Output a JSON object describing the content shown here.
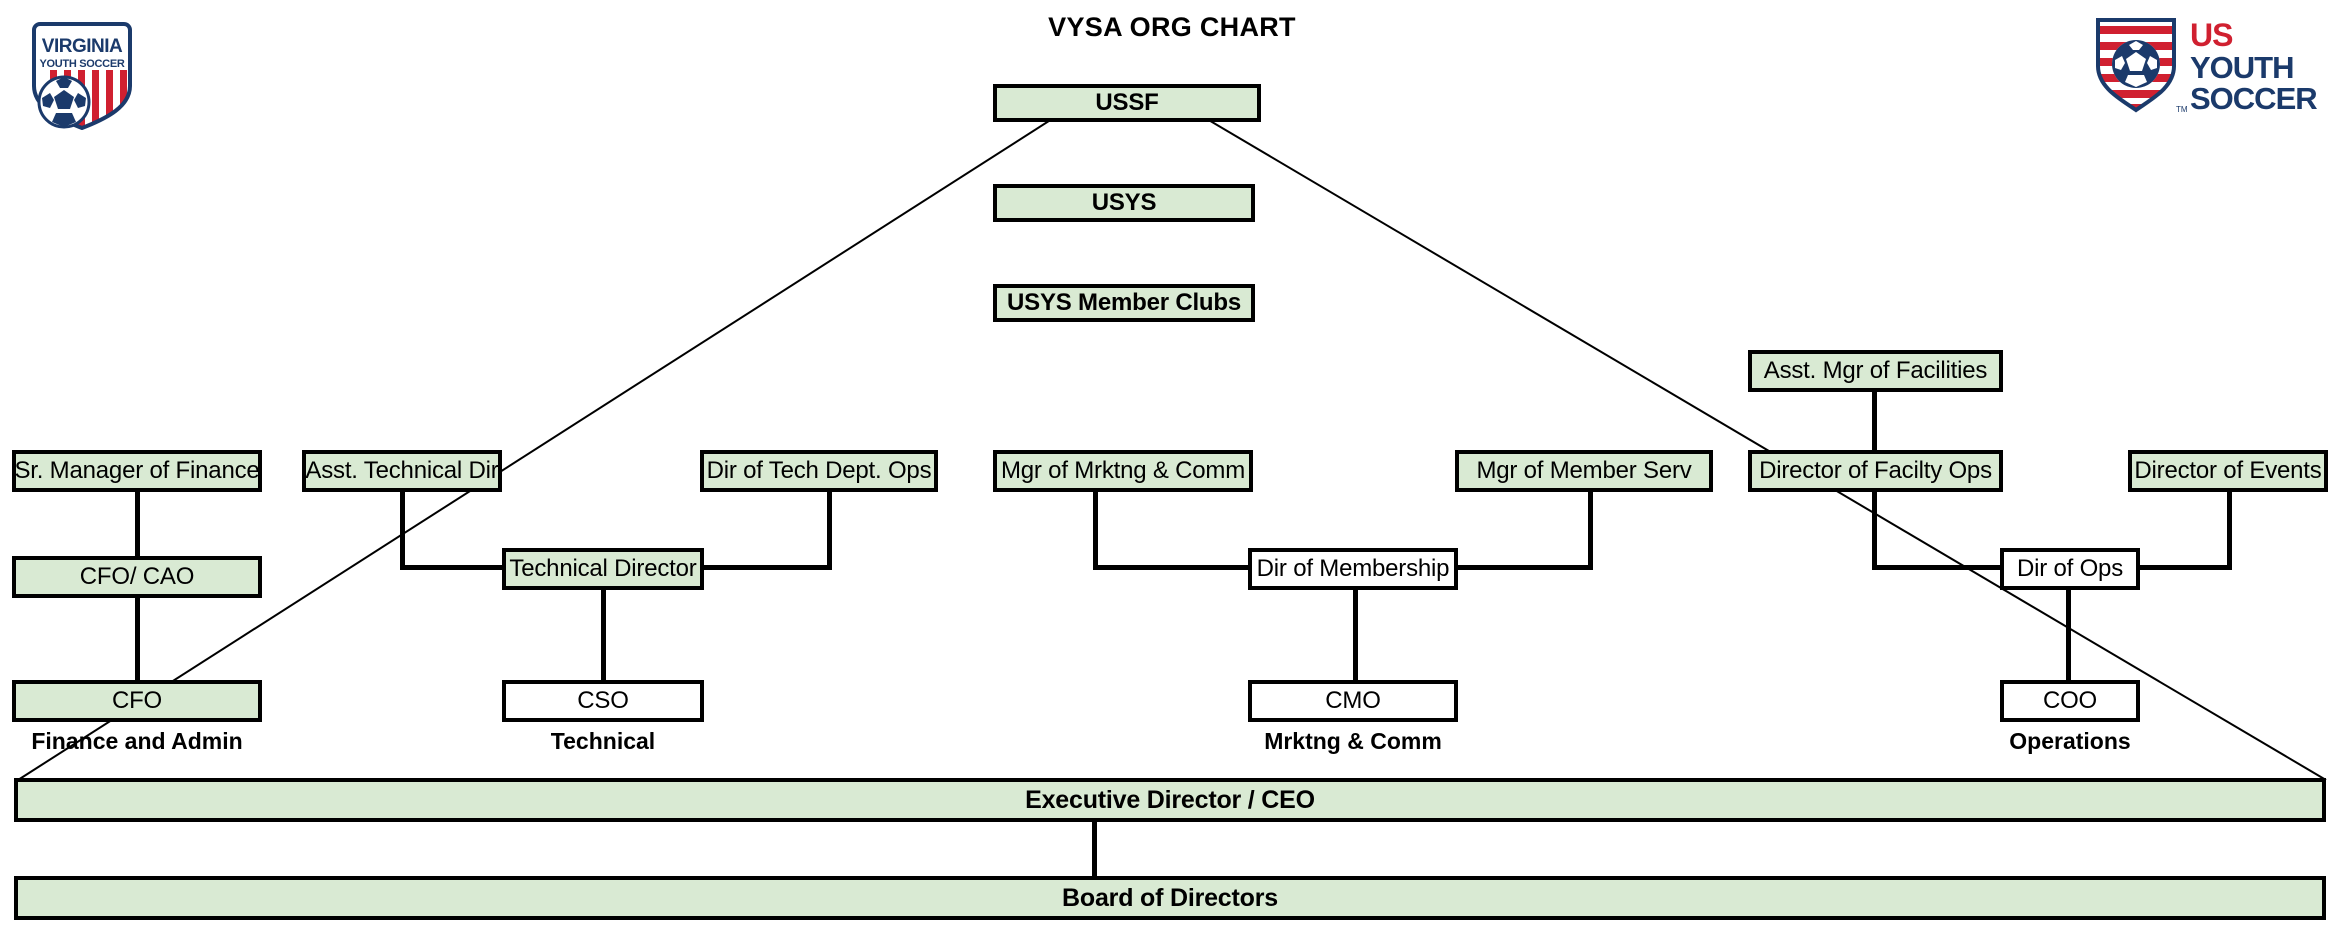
{
  "title": "VYSA  ORG CHART",
  "colors": {
    "node_fill_green": "#d9ead3",
    "node_fill_white": "#ffffff",
    "node_border": "#000000",
    "logo_blue": "#1b3a6b",
    "logo_red": "#d02030"
  },
  "logos": {
    "left": {
      "name": "virginia-youth-soccer-logo",
      "line1": "VIRGINIA",
      "line2": "YOUTH SOCCER"
    },
    "right": {
      "name": "us-youth-soccer-logo",
      "line1": "US",
      "line2": "YOUTH",
      "line3": "SOCCER",
      "trademark": "TM"
    }
  },
  "chart_data": {
    "type": "diagram",
    "diagram_kind": "org-chart",
    "governance_chain": [
      {
        "id": "ussf",
        "label": "USSF",
        "fill": "green"
      },
      {
        "id": "usys",
        "label": "USYS",
        "fill": "green"
      },
      {
        "id": "usys_member_clubs",
        "label": "USYS Member Clubs",
        "fill": "green"
      }
    ],
    "bottom_bars": [
      {
        "id": "executive_director",
        "label": "Executive Director / CEO",
        "fill": "green"
      },
      {
        "id": "board_of_directors",
        "label": "Board of Directors",
        "fill": "green"
      }
    ],
    "divisions": [
      {
        "id": "finance_and_admin",
        "group_label": "Finance and Admin",
        "head": {
          "id": "cfo",
          "label": "CFO",
          "fill": "green"
        },
        "nodes": [
          {
            "id": "cfo_cao",
            "label": "CFO/ CAO",
            "fill": "green"
          },
          {
            "id": "sr_manager_of_finance",
            "label": "Sr. Manager of Finance",
            "fill": "green"
          }
        ]
      },
      {
        "id": "technical",
        "group_label": "Technical",
        "head": {
          "id": "cso",
          "label": "CSO",
          "fill": "white"
        },
        "nodes": [
          {
            "id": "technical_director",
            "label": "Technical Director",
            "fill": "green"
          },
          {
            "id": "asst_technical_dir",
            "label": "Asst. Technical Dir",
            "fill": "green"
          },
          {
            "id": "dir_of_tech_dept_ops",
            "label": "Dir of Tech Dept. Ops",
            "fill": "green"
          }
        ]
      },
      {
        "id": "mrktng_and_comm",
        "group_label": "Mrktng & Comm",
        "head": {
          "id": "cmo",
          "label": "CMO",
          "fill": "white"
        },
        "nodes": [
          {
            "id": "dir_of_membership",
            "label": "Dir of Membership",
            "fill": "white"
          },
          {
            "id": "mgr_of_mrktng_comm",
            "label": "Mgr of Mrktng & Comm",
            "fill": "green"
          },
          {
            "id": "mgr_of_member_serv",
            "label": "Mgr of Member Serv",
            "fill": "green"
          }
        ]
      },
      {
        "id": "operations",
        "group_label": "Operations",
        "head": {
          "id": "coo",
          "label": "COO",
          "fill": "white"
        },
        "nodes": [
          {
            "id": "dir_of_ops",
            "label": "Dir of Ops",
            "fill": "white"
          },
          {
            "id": "director_of_facilty_ops",
            "label": "Director of Facilty Ops",
            "fill": "green"
          },
          {
            "id": "asst_mgr_of_facilities",
            "label": "Asst. Mgr of Facilities",
            "fill": "green"
          },
          {
            "id": "director_of_events",
            "label": "Director of Events",
            "fill": "green"
          }
        ]
      }
    ],
    "edges": [
      {
        "from": "sr_manager_of_finance",
        "to": "cfo_cao"
      },
      {
        "from": "cfo_cao",
        "to": "cfo"
      },
      {
        "from": "asst_technical_dir",
        "to": "technical_director"
      },
      {
        "from": "dir_of_tech_dept_ops",
        "to": "technical_director"
      },
      {
        "from": "technical_director",
        "to": "cso"
      },
      {
        "from": "mgr_of_mrktng_comm",
        "to": "dir_of_membership"
      },
      {
        "from": "mgr_of_member_serv",
        "to": "dir_of_membership"
      },
      {
        "from": "dir_of_membership",
        "to": "cmo"
      },
      {
        "from": "asst_mgr_of_facilities",
        "to": "director_of_facilty_ops"
      },
      {
        "from": "director_of_facilty_ops",
        "to": "dir_of_ops"
      },
      {
        "from": "director_of_events",
        "to": "dir_of_ops"
      },
      {
        "from": "dir_of_ops",
        "to": "coo"
      },
      {
        "from": "executive_director",
        "to": "board_of_directors"
      },
      {
        "from": "ussf",
        "to": "executive_director",
        "style": "diagonal-left"
      },
      {
        "from": "ussf",
        "to": "executive_director",
        "style": "diagonal-right"
      }
    ]
  }
}
